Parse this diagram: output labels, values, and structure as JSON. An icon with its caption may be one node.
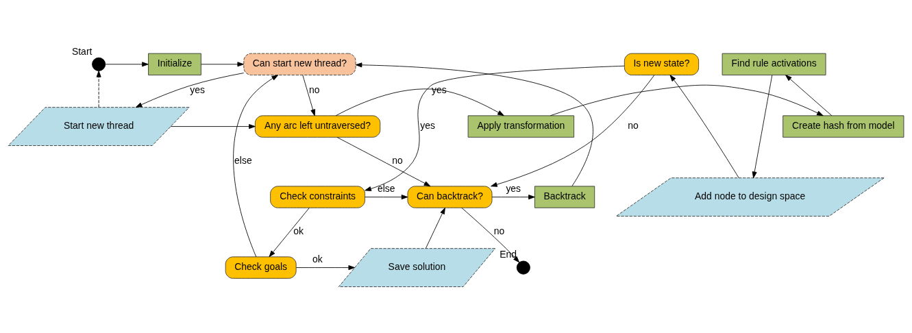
{
  "diagram": {
    "nodes": [
      {
        "text": [],
        "shape": "circle",
        "beside": [
          "Start"
        ]
      },
      {
        "text": [
          "Initialize"
        ]
      },
      {
        "text": [
          "Can start new thread?"
        ]
      },
      {
        "text": [
          "Start new thread"
        ]
      },
      {
        "text": [
          "Any arc left untraversed?"
        ]
      },
      {
        "text": [
          "Apply transformation"
        ]
      },
      {
        "text": [
          "Create hash from model"
        ]
      },
      {
        "text": [
          "Find rule activations"
        ]
      },
      {
        "text": [
          "Add node to design space"
        ]
      },
      {
        "text": [
          "Is new state?"
        ]
      },
      {
        "text": [
          "Check constraints"
        ]
      },
      {
        "text": [
          "Check goals"
        ]
      },
      {
        "text": [
          "Save solution"
        ]
      },
      {
        "text": [
          "Can backtrack?"
        ]
      },
      {
        "text": [
          "Backtrack"
        ]
      },
      {
        "text": [],
        "shape": "circle",
        "beside": [
          "End"
        ]
      }
    ],
    "edges": [
      {
        "from": 0,
        "to": 1,
        "arrow": "to"
      },
      {
        "from": 1,
        "to": 2,
        "arrow": "to"
      },
      {
        "from": 2,
        "to": 3,
        "arrow": "to",
        "label": "yes"
      },
      {
        "from": 3,
        "to": 4,
        "arrow": "to"
      },
      {
        "from": 2,
        "to": 4,
        "arrow": "to",
        "label": "no"
      },
      {
        "from": 4,
        "to": 5,
        "arrow": "to",
        "label": "yes"
      },
      {
        "from": 5,
        "to": 6,
        "arrow": "to"
      },
      {
        "from": 6,
        "to": 7,
        "arrow": "to"
      },
      {
        "from": 7,
        "to": 8,
        "arrow": "to"
      },
      {
        "from": 8,
        "to": 9,
        "arrow": "to"
      },
      {
        "from": 4,
        "to": 13,
        "arrow": "to",
        "label": "no"
      },
      {
        "from": 9,
        "to": 13,
        "arrow": "to",
        "label": "no"
      },
      {
        "from": 9,
        "to": 10,
        "arrow": "to",
        "label": "yes"
      },
      {
        "from": 10,
        "to": 13,
        "arrow": "to",
        "label": "else"
      },
      {
        "from": 10,
        "to": 11,
        "arrow": "to",
        "label": "ok"
      },
      {
        "from": 11,
        "to": 12,
        "arrow": "to",
        "label": "ok"
      },
      {
        "from": 12,
        "to": 13,
        "arrow": "to"
      },
      {
        "from": 13,
        "to": 14,
        "arrow": "to",
        "label": "yes"
      },
      {
        "from": 14,
        "to": 2,
        "arrow": "to"
      },
      {
        "from": 13,
        "to": 15,
        "arrow": "to",
        "label": "no"
      },
      {
        "from": 11,
        "to": 2,
        "arrow": "to",
        "label": "else"
      },
      {
        "from": 3,
        "to": 0,
        "arrow": "to",
        "style": "dashed"
      }
    ]
  }
}
